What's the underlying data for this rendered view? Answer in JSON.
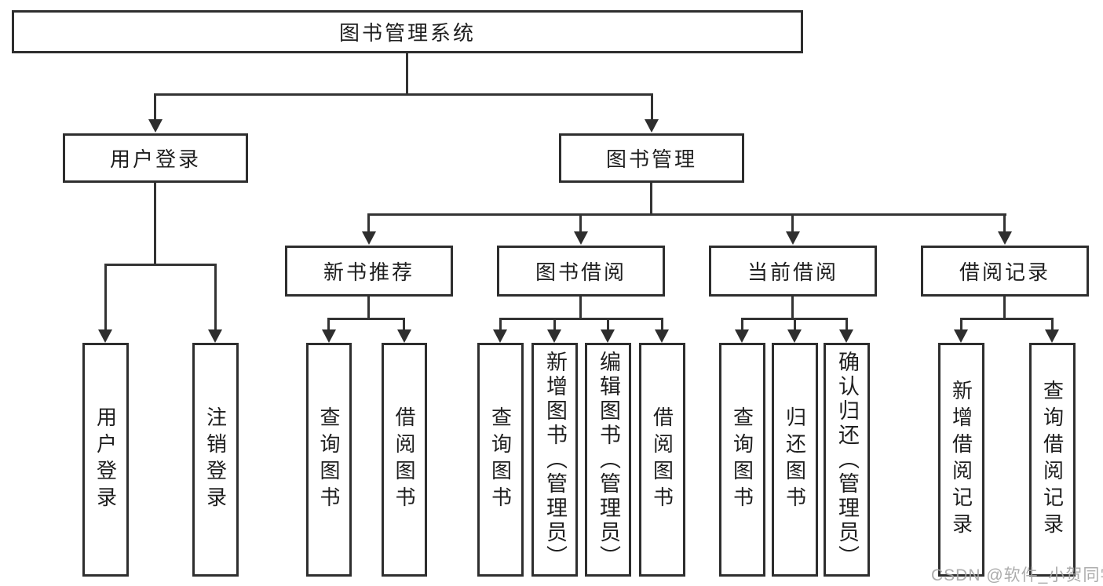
{
  "diagram": {
    "root": "图书管理系统",
    "branches": [
      {
        "label": "用户登录",
        "children": [
          "用户登录",
          "注销登录"
        ]
      },
      {
        "label": "图书管理",
        "sections": [
          {
            "label": "新书推荐",
            "children": [
              "查询图书",
              "借阅图书"
            ]
          },
          {
            "label": "图书借阅",
            "children": [
              "查询图书",
              "新增图书（管理员）",
              "编辑图书（管理员）",
              "借阅图书"
            ]
          },
          {
            "label": "当前借阅",
            "children": [
              "查询图书",
              "归还图书",
              "确认归还（管理员）"
            ]
          },
          {
            "label": "借阅记录",
            "children": [
              "新增借阅记录",
              "查询借阅记录"
            ]
          }
        ]
      }
    ]
  },
  "watermark": {
    "text": "CSDN @软件_小贺同学"
  },
  "colors": {
    "line": "#333333",
    "box_border": "#2e2e2e",
    "text": "#1f1f1f",
    "background": "#ffffff",
    "watermark": "#a5a5a5"
  }
}
